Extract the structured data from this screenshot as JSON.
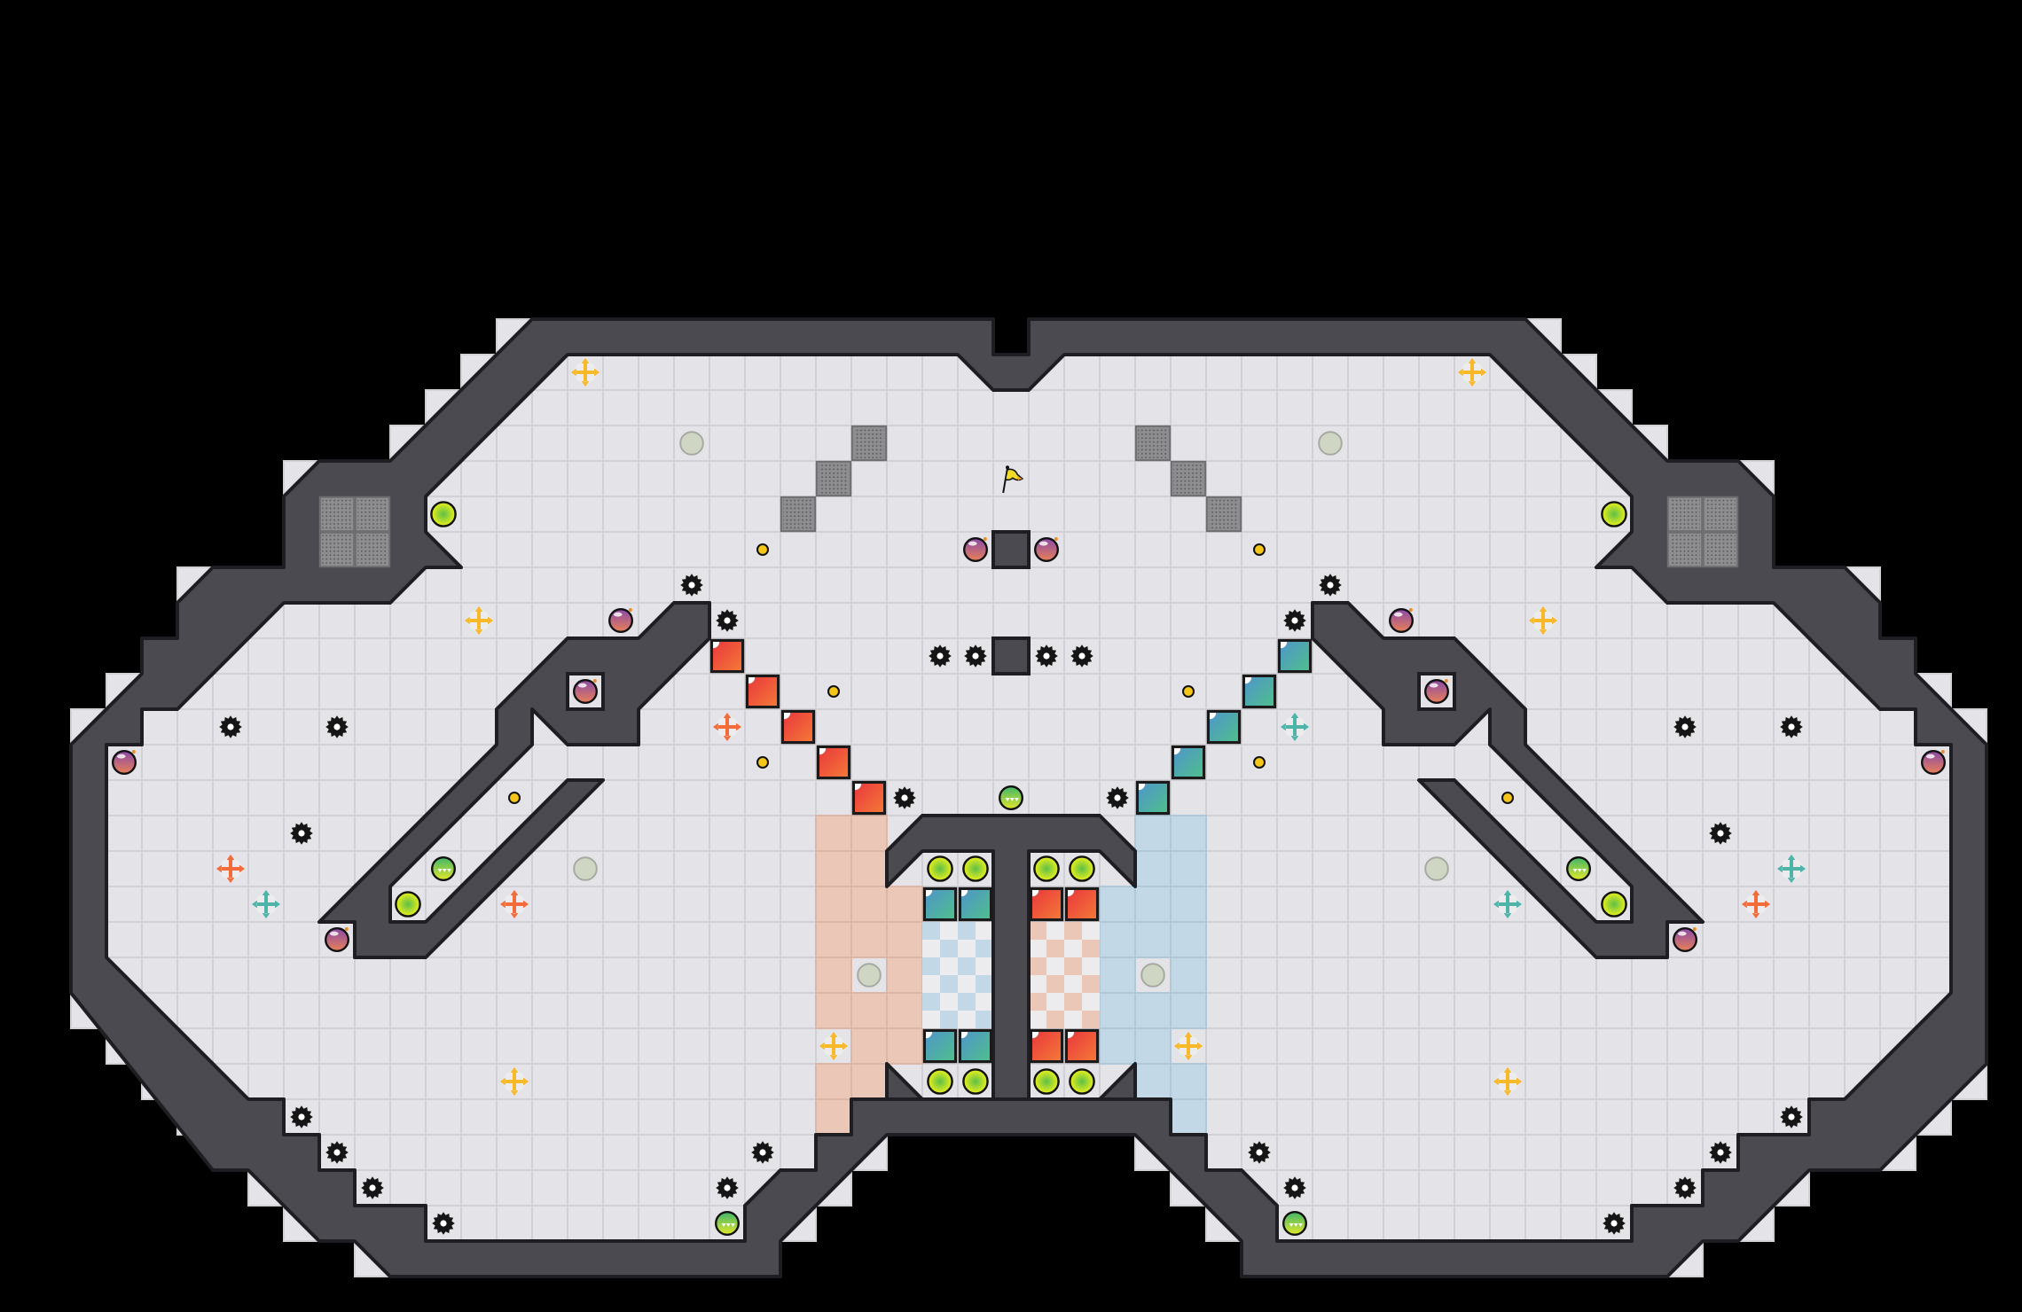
{
  "map": {
    "view": "tile-map-overview",
    "palette": {
      "background": "#000000",
      "floor": "#e4e4e8",
      "floor_line": "#d0d0d6",
      "wall": "#4b4a50",
      "wall_edge": "#1e1e22",
      "red_zone": "#ebc7b8",
      "blue_zone": "#c3d8e7",
      "red_tile_a": "#e8363c",
      "red_tile_b": "#f57a38",
      "blue_tile_a": "#4f93cc",
      "blue_tile_b": "#4fc08a",
      "grate": "#8e8e91",
      "bomb_a": "#8a4aa6",
      "bomb_b": "#e88058",
      "orb_center": "#5cc048",
      "orb_edge": "#ecf01a",
      "dot": "#f5c518",
      "neutral_pad": "#cfd6c4",
      "boost_yellow": "#f7b928",
      "boost_red": "#f26b3a",
      "boost_blue": "#4fb3a8",
      "flag": "#f0dc28"
    },
    "icon_types": [
      "flag-icon",
      "bomb-icon",
      "spike-icon",
      "yellow-orb-icon",
      "boost-orb-icon",
      "neutral-pad-icon",
      "dot-icon",
      "boost-arrows-icon",
      "red-team-tile",
      "blue-team-tile",
      "grate-tile",
      "gate-checker-tile"
    ]
  }
}
